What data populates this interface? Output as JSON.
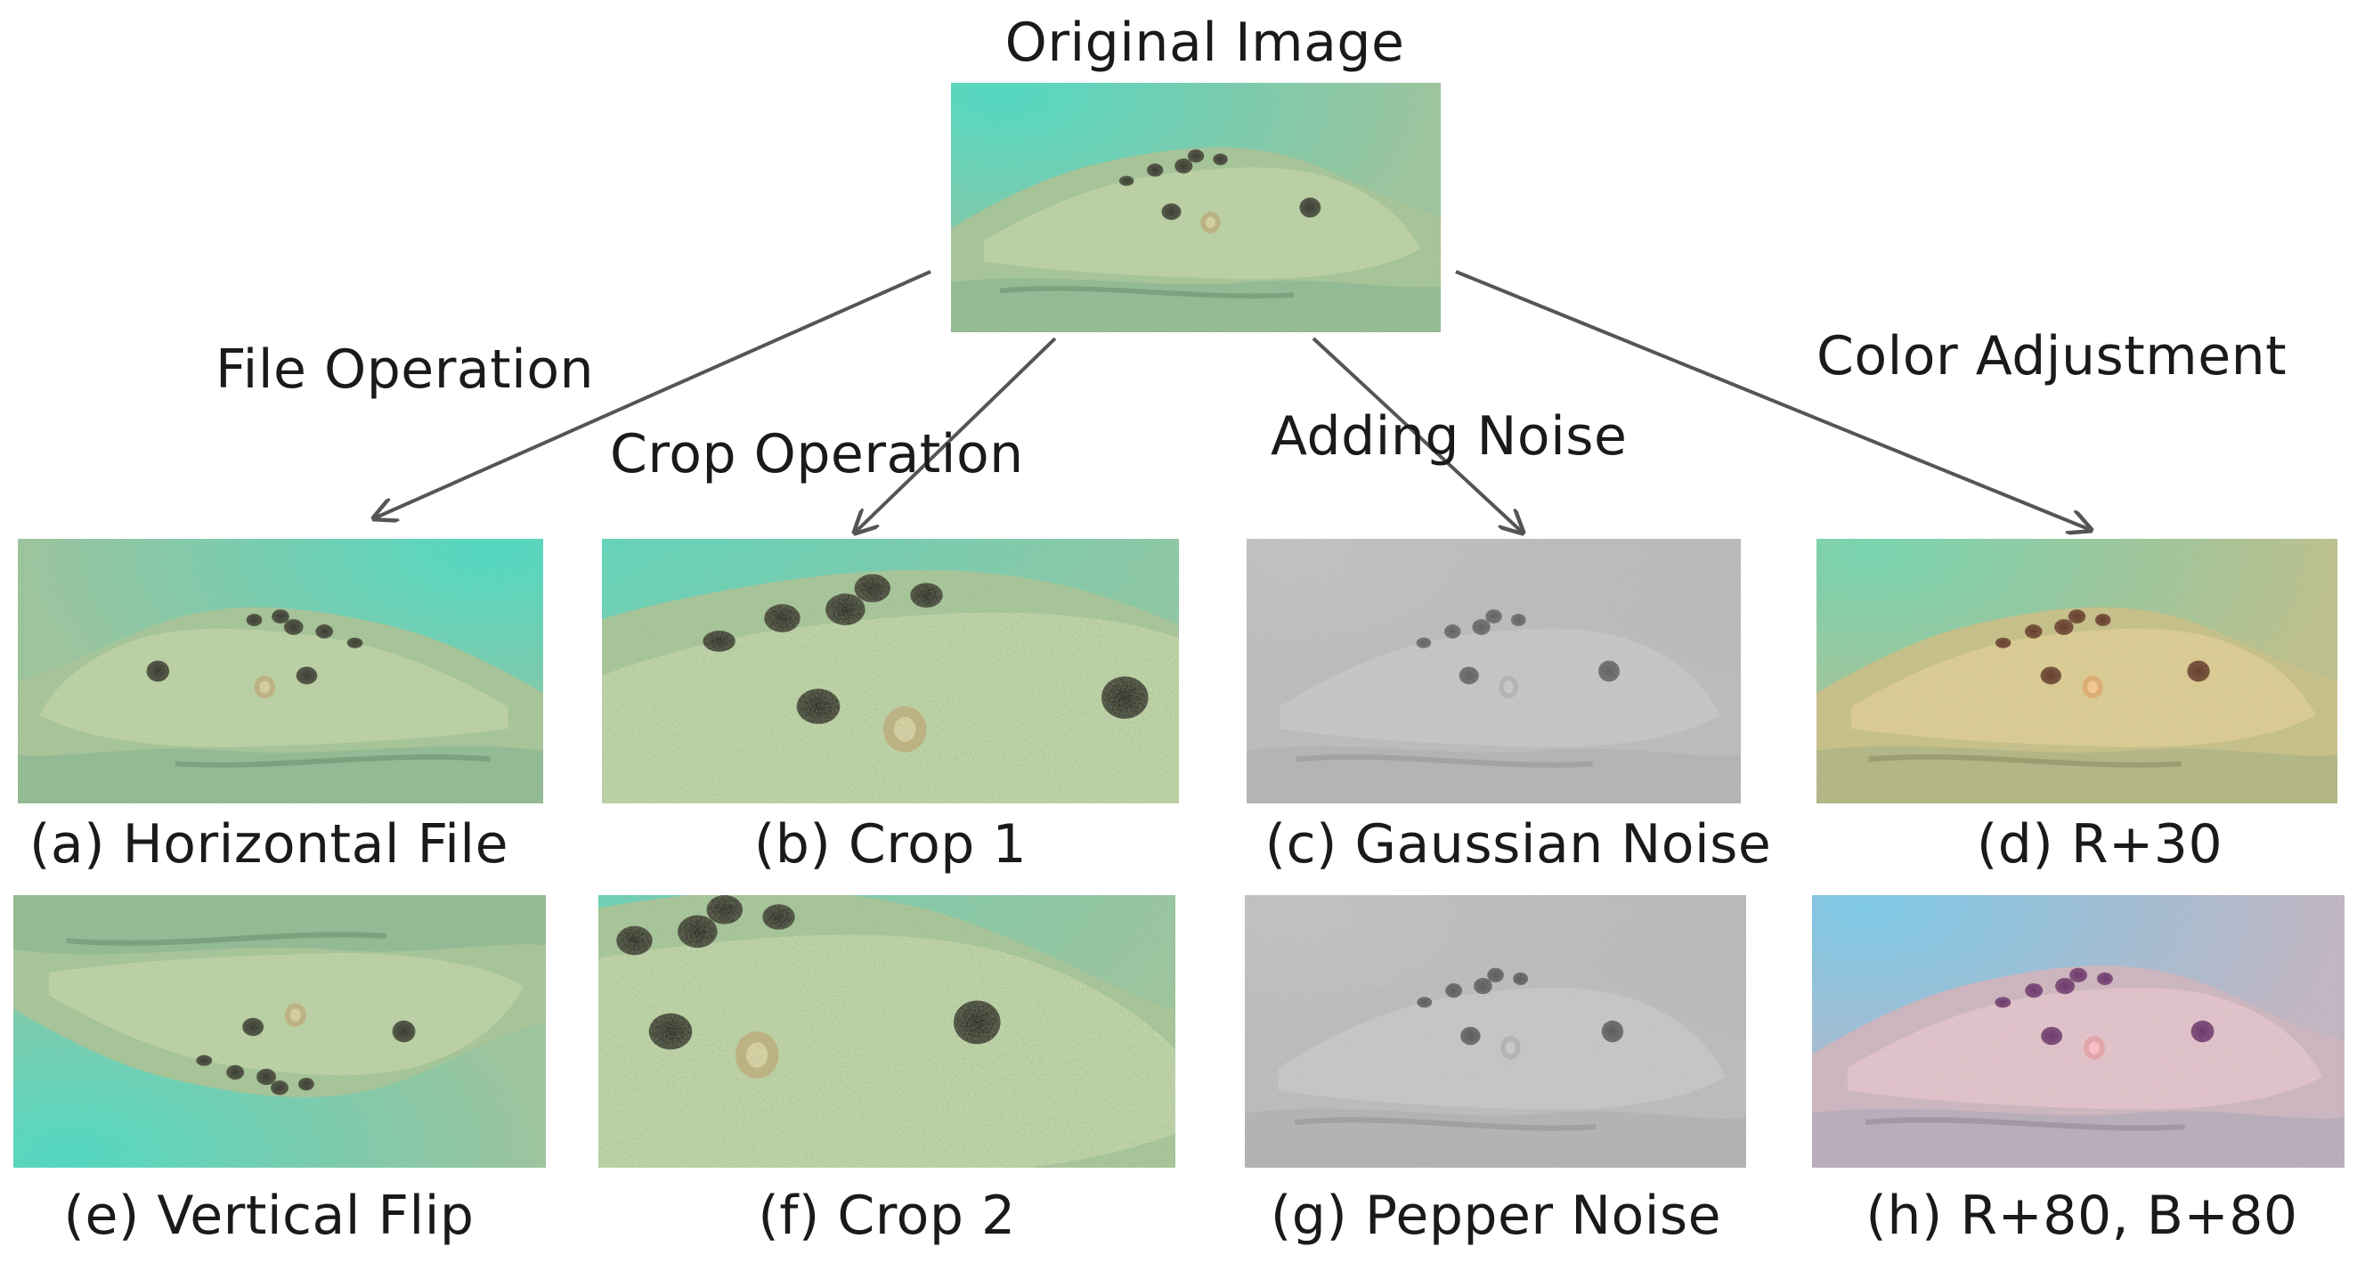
{
  "root": {
    "title": "Original Image"
  },
  "branches": {
    "file": "File Operation",
    "crop": "Crop Operation",
    "noise": "Adding Noise",
    "color": "Color Adjustment"
  },
  "captions": {
    "a": "(a) Horizontal File",
    "b": "(b) Crop 1",
    "c": "(c) Gaussian Noise",
    "d": "(d) R+30",
    "e": "(e) Vertical Flip",
    "f": "(f) Crop 2",
    "g": "(g) Pepper Noise",
    "h": "(h) R+80, B+80"
  },
  "colors": {
    "arrow": "#555555",
    "water": "#3fd8c4",
    "rock": "#b9d6a4",
    "urchin": "#2b2a22"
  }
}
